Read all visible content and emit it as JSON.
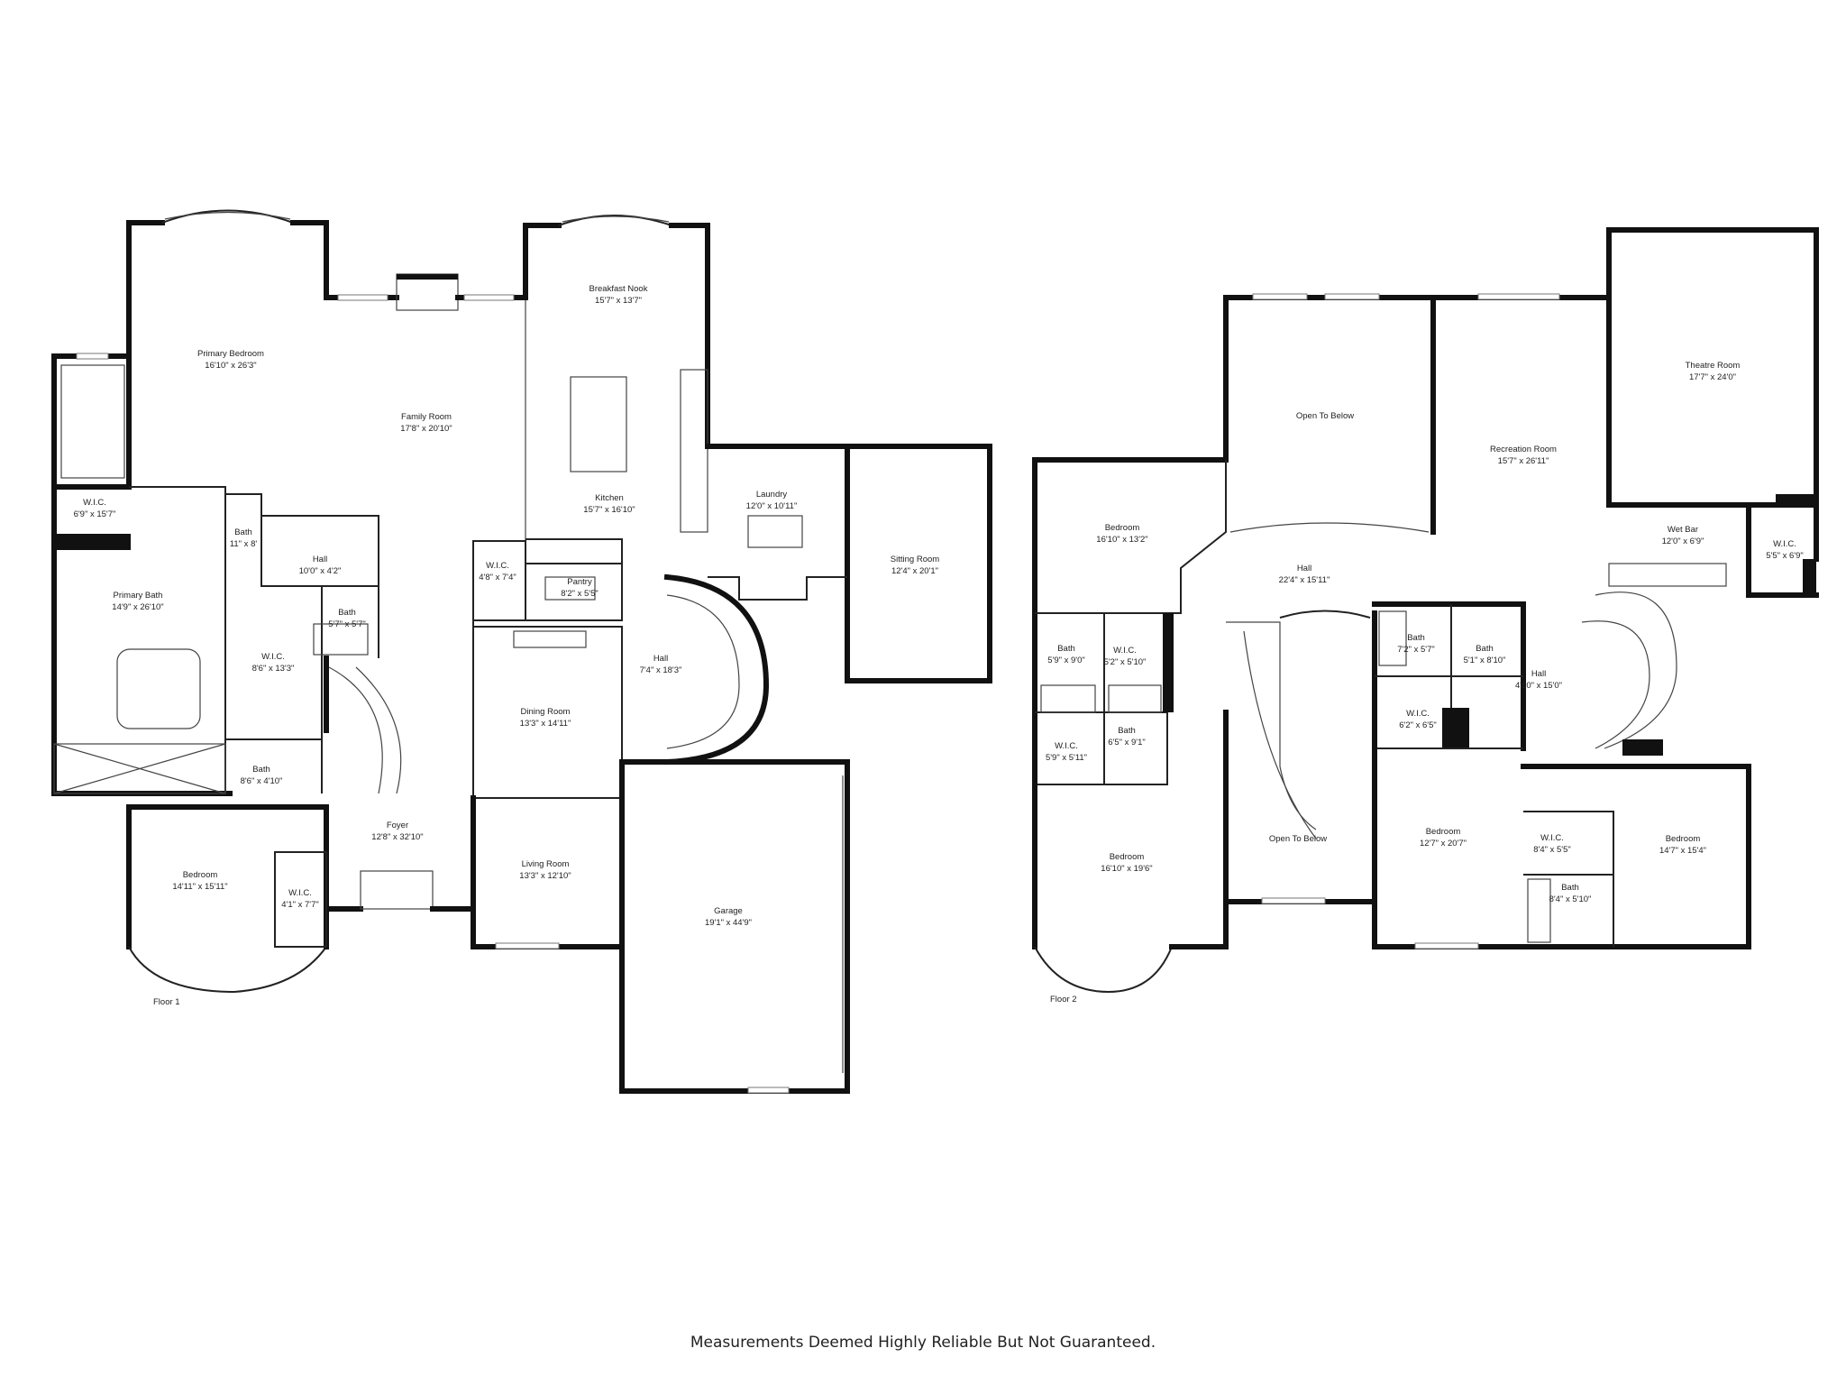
{
  "disclaimer": "Measurements Deemed Highly Reliable But Not Guaranteed.",
  "floor1": {
    "label": "Floor 1",
    "rooms": [
      {
        "name": "Primary Bedroom",
        "dims": "16'10\" x 26'3\""
      },
      {
        "name": "Family Room",
        "dims": "17'8\" x 20'10\""
      },
      {
        "name": "Breakfast Nook",
        "dims": "15'7\" x 13'7\""
      },
      {
        "name": "Kitchen",
        "dims": "15'7\" x 16'10\""
      },
      {
        "name": "W.I.C.",
        "dims": "6'9\" x 15'7\""
      },
      {
        "name": "Bath",
        "dims": "11\" x 8'"
      },
      {
        "name": "Hall",
        "dims": "10'0\" x 4'2\""
      },
      {
        "name": "Primary Bath",
        "dims": "14'9\" x 26'10\""
      },
      {
        "name": "W.I.C.",
        "dims": "8'6\" x 13'3\""
      },
      {
        "name": "Bath",
        "dims": "5'7\" x 5'7\""
      },
      {
        "name": "W.I.C.",
        "dims": "4'8\" x 7'4\""
      },
      {
        "name": "Pantry",
        "dims": "8'2\" x 5'5\""
      },
      {
        "name": "Laundry",
        "dims": "12'0\" x 10'11\""
      },
      {
        "name": "Sitting Room",
        "dims": "12'4\" x 20'1\""
      },
      {
        "name": "Hall",
        "dims": "7'4\" x 18'3\""
      },
      {
        "name": "Dining Room",
        "dims": "13'3\" x 14'11\""
      },
      {
        "name": "Bath",
        "dims": "8'6\" x 4'10\""
      },
      {
        "name": "Foyer",
        "dims": "12'8\" x 32'10\""
      },
      {
        "name": "Living Room",
        "dims": "13'3\" x 12'10\""
      },
      {
        "name": "Bedroom",
        "dims": "14'11\" x 15'11\""
      },
      {
        "name": "W.I.C.",
        "dims": "4'1\" x 7'7\""
      },
      {
        "name": "Garage",
        "dims": "19'1\" x 44'9\""
      }
    ]
  },
  "floor2": {
    "label": "Floor 2",
    "rooms": [
      {
        "name": "Open To Below",
        "dims": ""
      },
      {
        "name": "Recreation Room",
        "dims": "15'7\" x 26'11\""
      },
      {
        "name": "Theatre Room",
        "dims": "17'7\" x 24'0\""
      },
      {
        "name": "Bedroom",
        "dims": "16'10\" x 13'2\""
      },
      {
        "name": "Wet Bar",
        "dims": "12'0\" x 6'9\""
      },
      {
        "name": "W.I.C.",
        "dims": "5'5\" x 6'9\""
      },
      {
        "name": "Hall",
        "dims": "22'4\" x 15'11\""
      },
      {
        "name": "Bath",
        "dims": "5'9\" x 9'0\""
      },
      {
        "name": "W.I.C.",
        "dims": "5'2\" x 5'10\""
      },
      {
        "name": "Bath",
        "dims": "7'2\" x 5'7\""
      },
      {
        "name": "Bath",
        "dims": "5'1\" x 8'10\""
      },
      {
        "name": "Hall",
        "dims": "4'10\" x 15'0\""
      },
      {
        "name": "W.I.C.",
        "dims": "6'2\" x 6'5\""
      },
      {
        "name": "Bath",
        "dims": "6'5\" x 9'1\""
      },
      {
        "name": "W.I.C.",
        "dims": "5'9\" x 5'11\""
      },
      {
        "name": "Bedroom",
        "dims": "16'10\" x 19'6\""
      },
      {
        "name": "Open To Below",
        "dims": ""
      },
      {
        "name": "Bedroom",
        "dims": "12'7\" x 20'7\""
      },
      {
        "name": "Bedroom",
        "dims": "14'7\" x 15'4\""
      },
      {
        "name": "W.I.C.",
        "dims": "8'4\" x 5'5\""
      },
      {
        "name": "Bath",
        "dims": "8'4\" x 5'10\""
      }
    ]
  }
}
